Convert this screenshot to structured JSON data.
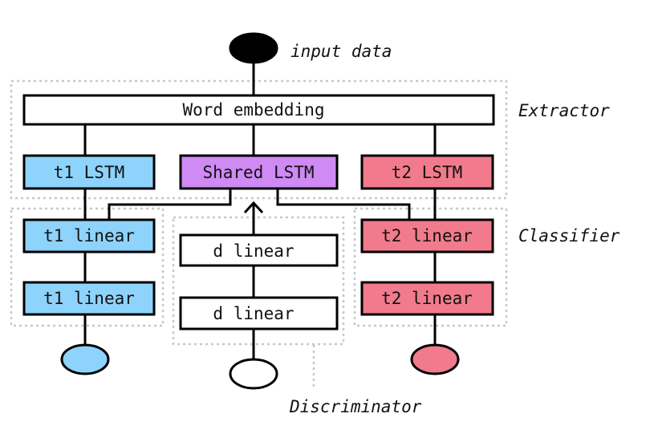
{
  "labels": {
    "input": "input data",
    "extractor": "Extractor",
    "classifier": "Classifier",
    "discriminator": "Discriminator"
  },
  "boxes": {
    "word_embedding": "Word embedding",
    "t1_lstm": "t1 LSTM",
    "shared_lstm": "Shared LSTM",
    "t2_lstm": "t2 LSTM",
    "t1_linear_top": "t1 linear",
    "t1_linear_bottom": "t1 linear",
    "d_linear_top": "d linear",
    "d_linear_bottom": "d linear",
    "t2_linear_top": "t2 linear",
    "t2_linear_bottom": "t2 linear"
  },
  "colors": {
    "t1": "#8dd3fb",
    "shared": "#cf8af3",
    "t2": "#f17b8c",
    "neutral": "#ffffff",
    "input_node": "#000000"
  }
}
